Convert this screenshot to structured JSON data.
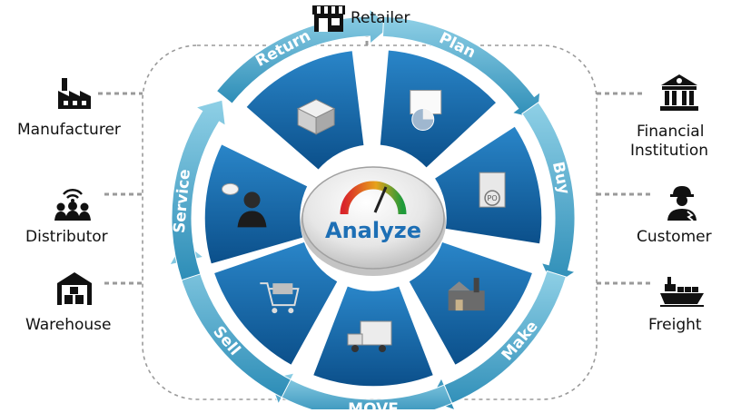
{
  "center": {
    "label": "Analyze"
  },
  "ring": [
    {
      "key": "return",
      "label": "Return",
      "icon": "boxes-icon"
    },
    {
      "key": "plan",
      "label": "Plan",
      "icon": "charts-icon"
    },
    {
      "key": "buy",
      "label": "Buy",
      "icon": "purchase-order-icon"
    },
    {
      "key": "make",
      "label": "Make",
      "icon": "factory-icon"
    },
    {
      "key": "move",
      "label": "MOVE",
      "icon": "truck-icon"
    },
    {
      "key": "sell",
      "label": "Sell",
      "icon": "shopping-cart-icon"
    },
    {
      "key": "service",
      "label": "Service",
      "icon": "support-agent-icon"
    }
  ],
  "stakeholders": {
    "retailer": {
      "label": "Retailer",
      "icon": "storefront-icon"
    },
    "manufacturer": {
      "label": "Manufacturer",
      "icon": "factory-icon"
    },
    "distributor": {
      "label": "Distributor",
      "icon": "people-signal-icon"
    },
    "warehouse": {
      "label": "Warehouse",
      "icon": "warehouse-icon"
    },
    "financial": {
      "line1": "Financial",
      "line2": "Institution",
      "icon": "bank-icon"
    },
    "customer": {
      "label": "Customer",
      "icon": "person-icon"
    },
    "freight": {
      "label": "Freight",
      "icon": "ship-icon"
    }
  },
  "colors": {
    "wedge_dark": "#0d5a96",
    "wedge_light": "#1f7ec4",
    "ring_light": "#7cc4dc",
    "ring_dark": "#2f90b8",
    "label_text": "#ffffff",
    "analyze_text": "#1d6fb5",
    "dashed": "#9a9a9a"
  }
}
